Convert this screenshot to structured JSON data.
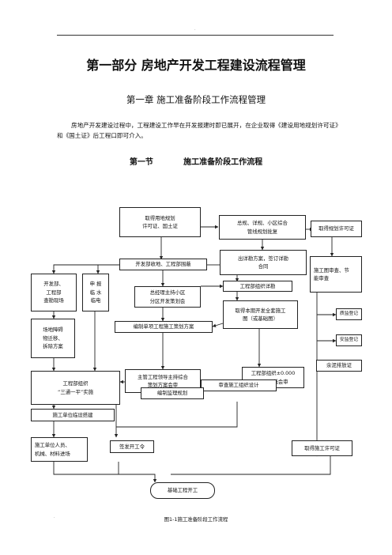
{
  "header": {
    "dot": "."
  },
  "title": "第一部分  房地产开发工程建设流程管理",
  "chapter": "第一章    施工准备阶段工作流程管理",
  "paragraph": "房地产开发建设过程中，工程建设工作早在开发报建时即已展开，在企业取得《建设用地规划许可证》和《国土证》后工程口即可介入。",
  "section": "第一节           施工准备阶段工作流程",
  "flowchart": {
    "nodes": {
      "n1": "取得用地规划\n许可证、国土证",
      "n2": "总规、详规、小区综合\n管线规划批复",
      "n3": "取得规划许可证",
      "n4": "开发部收地、工程部围蔽",
      "n5": "出详勘方案，签订详勘\n合同",
      "n6": "施工图审查、节\n能审查",
      "n7": "开发部、\n工程部\n查勘现场",
      "n8": "申 报\n临 水\n临电",
      "n9": "总经理主持小区\n分区开发策划会",
      "n10": "工程部组织详勘",
      "n11": "取得本期开发全套施工\n图（或基础图）",
      "n12": "质监登记",
      "n13": "场地障碍\n物迁移、\n拆除方案",
      "n14": "编制单项工程施工策划方案",
      "n15": "安监登记",
      "n16": "主管工程领导主持综合\n策划方案会审",
      "n17": "工程部组织±0.000\n以下图纸会审",
      "n18": "余泥排放证",
      "n19": "工程部组织\n“三通一平”实施",
      "n20": "审查施工组织设计",
      "n21": "编制监理规划",
      "n22": "施工单位临设搭建",
      "n23": "施工单位人员、\n机械、材料进场",
      "n24": "签发开工令",
      "n25": "取得施工许可证",
      "n26": "基础工程开工"
    },
    "caption": "图1-1施工准备阶段工作流程",
    "footer_dot": "."
  }
}
